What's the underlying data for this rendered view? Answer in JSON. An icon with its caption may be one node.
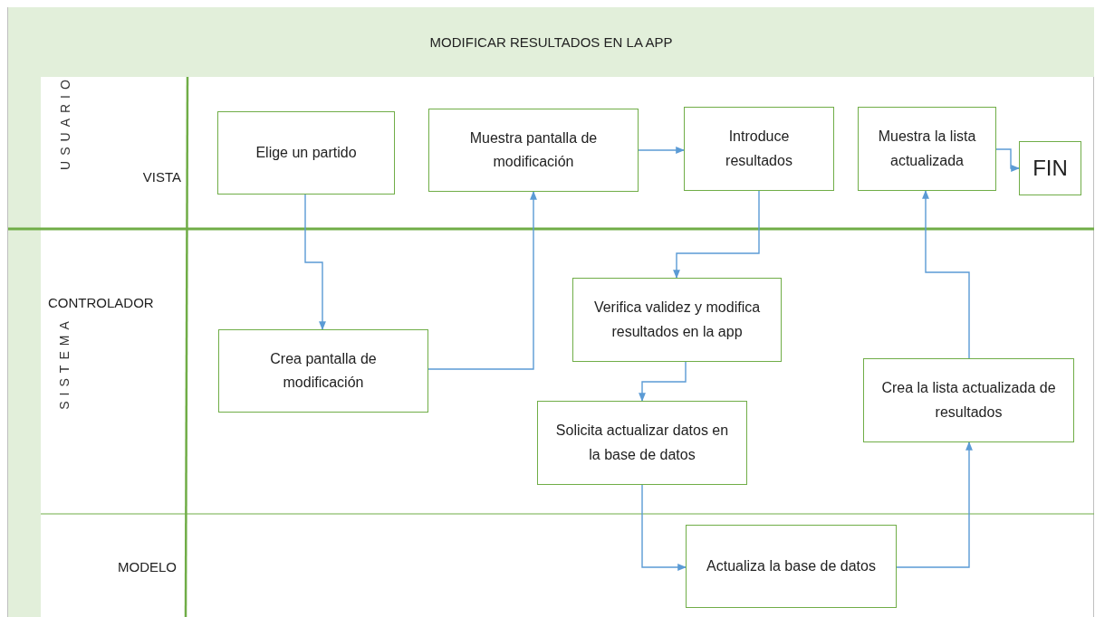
{
  "diagram": {
    "title": "MODIFICAR RESULTADOS EN LA APP",
    "nodes": [
      {
        "text": [
          "USUARIO"
        ]
      },
      {
        "text": [
          "VISTA"
        ],
        "in": 0
      },
      {
        "text": [
          "SISTEMA"
        ]
      },
      {
        "text": [
          "CONTROLADOR"
        ],
        "in": 2
      },
      {
        "text": [
          "MODELO"
        ],
        "in": 2
      },
      {
        "text": [
          "Elige un partido"
        ],
        "in": 1
      },
      {
        "text": [
          "Muestra pantalla de modificación"
        ],
        "in": 1
      },
      {
        "text": [
          "Introduce resultados"
        ],
        "in": 1
      },
      {
        "text": [
          "Muestra la lista actualizada"
        ],
        "in": 1
      },
      {
        "text": [
          "FIN"
        ],
        "in": 1
      },
      {
        "text": [
          "Crea pantalla de modificación"
        ],
        "in": 3
      },
      {
        "text": [
          "Verifica validez y modifica resultados en la app"
        ],
        "in": 3
      },
      {
        "text": [
          "Solicita actualizar datos en la base de datos"
        ],
        "in": 3
      },
      {
        "text": [
          "Crea la lista actualizada de resultados"
        ],
        "in": 3
      },
      {
        "text": [
          "Actualiza la base de datos"
        ],
        "in": 4
      }
    ],
    "edges": [
      {
        "from": 5,
        "to": 10,
        "arrow": "to"
      },
      {
        "from": 10,
        "to": 6,
        "arrow": "to"
      },
      {
        "from": 6,
        "to": 7,
        "arrow": "to"
      },
      {
        "from": 7,
        "to": 11,
        "arrow": "to"
      },
      {
        "from": 11,
        "to": 12,
        "arrow": "to"
      },
      {
        "from": 12,
        "to": 14,
        "arrow": "to"
      },
      {
        "from": 14,
        "to": 13,
        "arrow": "to"
      },
      {
        "from": 13,
        "to": 8,
        "arrow": "to"
      },
      {
        "from": 8,
        "to": 9,
        "arrow": "to"
      }
    ]
  }
}
